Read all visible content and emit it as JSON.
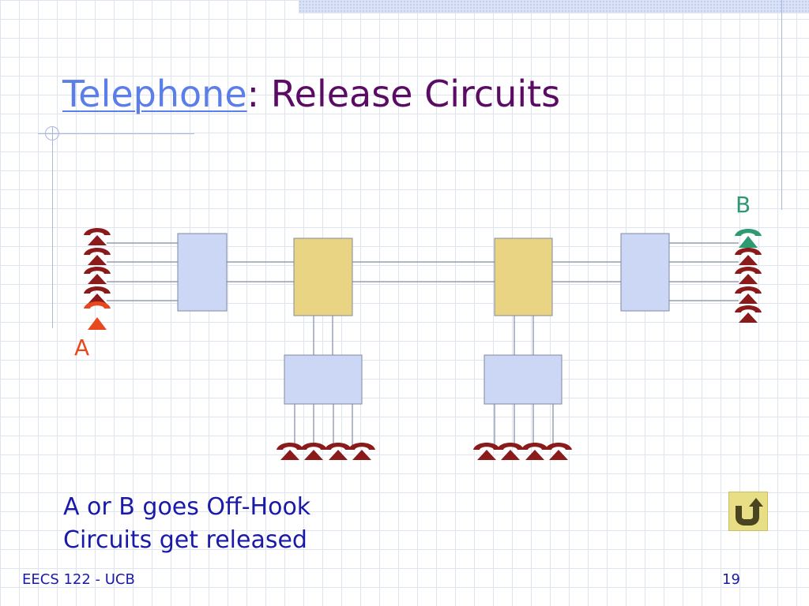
{
  "title": {
    "link_text": "Telephone",
    "separator": ":",
    "rest": "Release Circuits"
  },
  "diagram": {
    "label_a": "A",
    "label_b": "B"
  },
  "body": {
    "line1": "A or B goes Off-Hook",
    "line2": "Circuits get released"
  },
  "footer": {
    "course": "EECS 122 - UCB",
    "page_number": "19"
  },
  "icons": {
    "return": "return-arrow-icon"
  },
  "colors": {
    "title_link": "#5b7ee8",
    "title_text": "#5b0b63",
    "body_text": "#1a1aa8",
    "phone_idle": "#8b1a1a",
    "phone_a": "#e8481e",
    "phone_b": "#2e9a72",
    "access_switch": "#ccd7f6",
    "core_switch": "#e8d483"
  }
}
